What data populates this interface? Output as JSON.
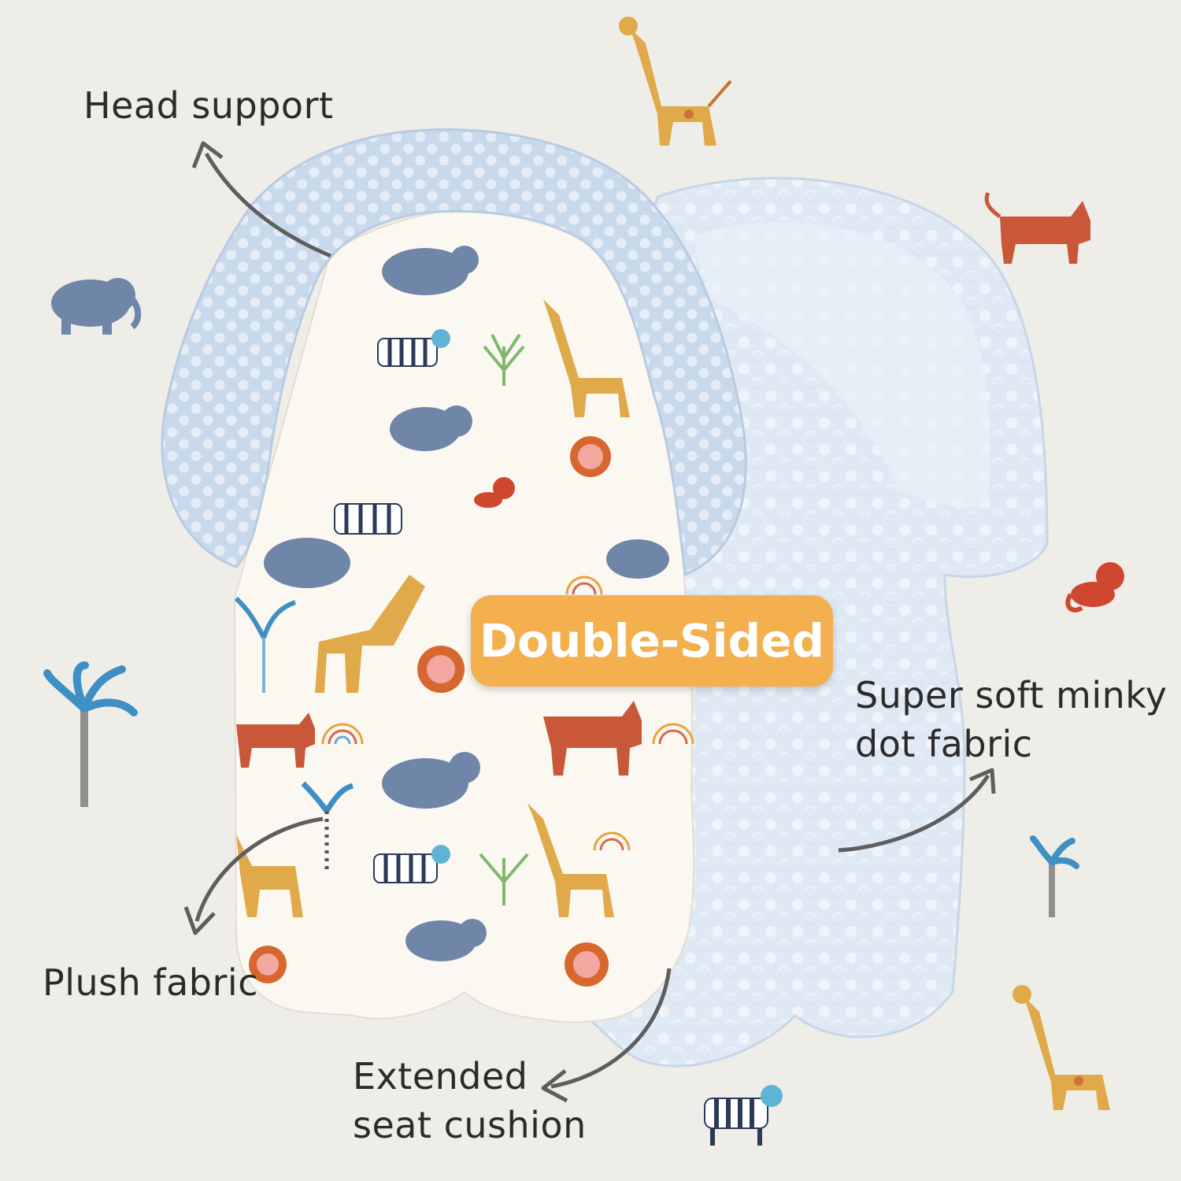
{
  "labels": {
    "head_support": "Head support",
    "plush_fabric": "Plush fabric",
    "minky_line1": "Super soft minky",
    "minky_line2": "dot fabric",
    "extended_line1": "Extended",
    "extended_line2": "seat cushion"
  },
  "badge": {
    "text": "Double-Sided"
  },
  "colors": {
    "background": "#efede8",
    "minky_blue": "#dbe6f2",
    "badge": "#f4b04e",
    "arrow": "#5e5e5e",
    "text": "#2b2b2b"
  },
  "icons": [
    "giraffe-icon",
    "elephant-icon",
    "cat-icon",
    "monkey-icon",
    "palm-tree-icon",
    "zebra-icon",
    "hippo-icon",
    "lion-icon"
  ]
}
